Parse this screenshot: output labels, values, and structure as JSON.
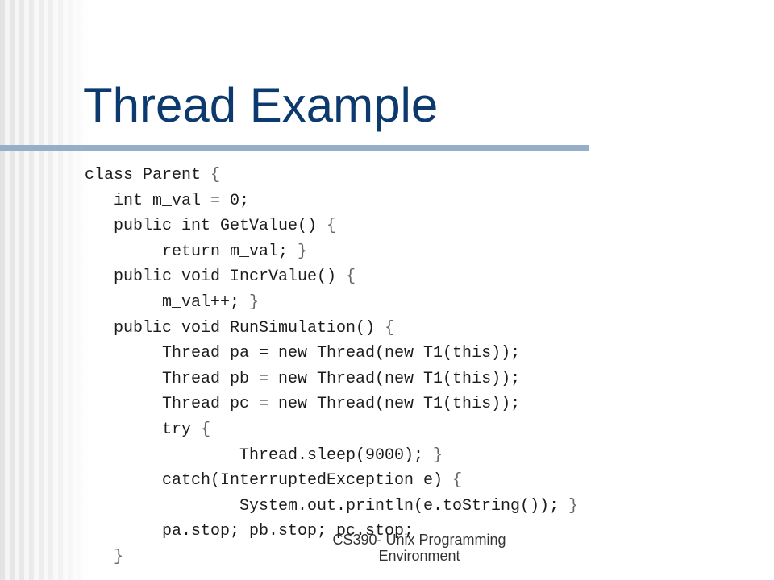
{
  "slide": {
    "title": "Thread Example",
    "footer_line1": "CS390- Unix Programming",
    "footer_line2": "Environment"
  },
  "code": [
    {
      "indent": 0,
      "text": "class Parent ",
      "brace": "{"
    },
    {
      "indent": 1,
      "text": "int m_val = 0;",
      "brace": ""
    },
    {
      "indent": 1,
      "text": "public int GetValue() ",
      "brace": "{"
    },
    {
      "indent": 2,
      "text": "return m_val; ",
      "brace": "}"
    },
    {
      "indent": 1,
      "text": "public void IncrValue() ",
      "brace": "{"
    },
    {
      "indent": 2,
      "text": "m_val++; ",
      "brace": "}"
    },
    {
      "indent": 1,
      "text": "public void RunSimulation() ",
      "brace": "{"
    },
    {
      "indent": 2,
      "text": "Thread pa = new Thread(new T1(this));",
      "brace": ""
    },
    {
      "indent": 2,
      "text": "Thread pb = new Thread(new T1(this));",
      "brace": ""
    },
    {
      "indent": 2,
      "text": "Thread pc = new Thread(new T1(this));",
      "brace": ""
    },
    {
      "indent": 2,
      "text": "try ",
      "brace": "{"
    },
    {
      "indent": 3,
      "text": "Thread.sleep(9000); ",
      "brace": "}"
    },
    {
      "indent": 2,
      "text": "catch(InterruptedException e) ",
      "brace": "{"
    },
    {
      "indent": 3,
      "text": "System.out.println(e.toString()); ",
      "brace": "}"
    },
    {
      "indent": 2,
      "text": "pa.stop; pb.stop; pc.stop;",
      "brace": ""
    },
    {
      "indent": 1,
      "text": "",
      "brace": "}"
    }
  ]
}
